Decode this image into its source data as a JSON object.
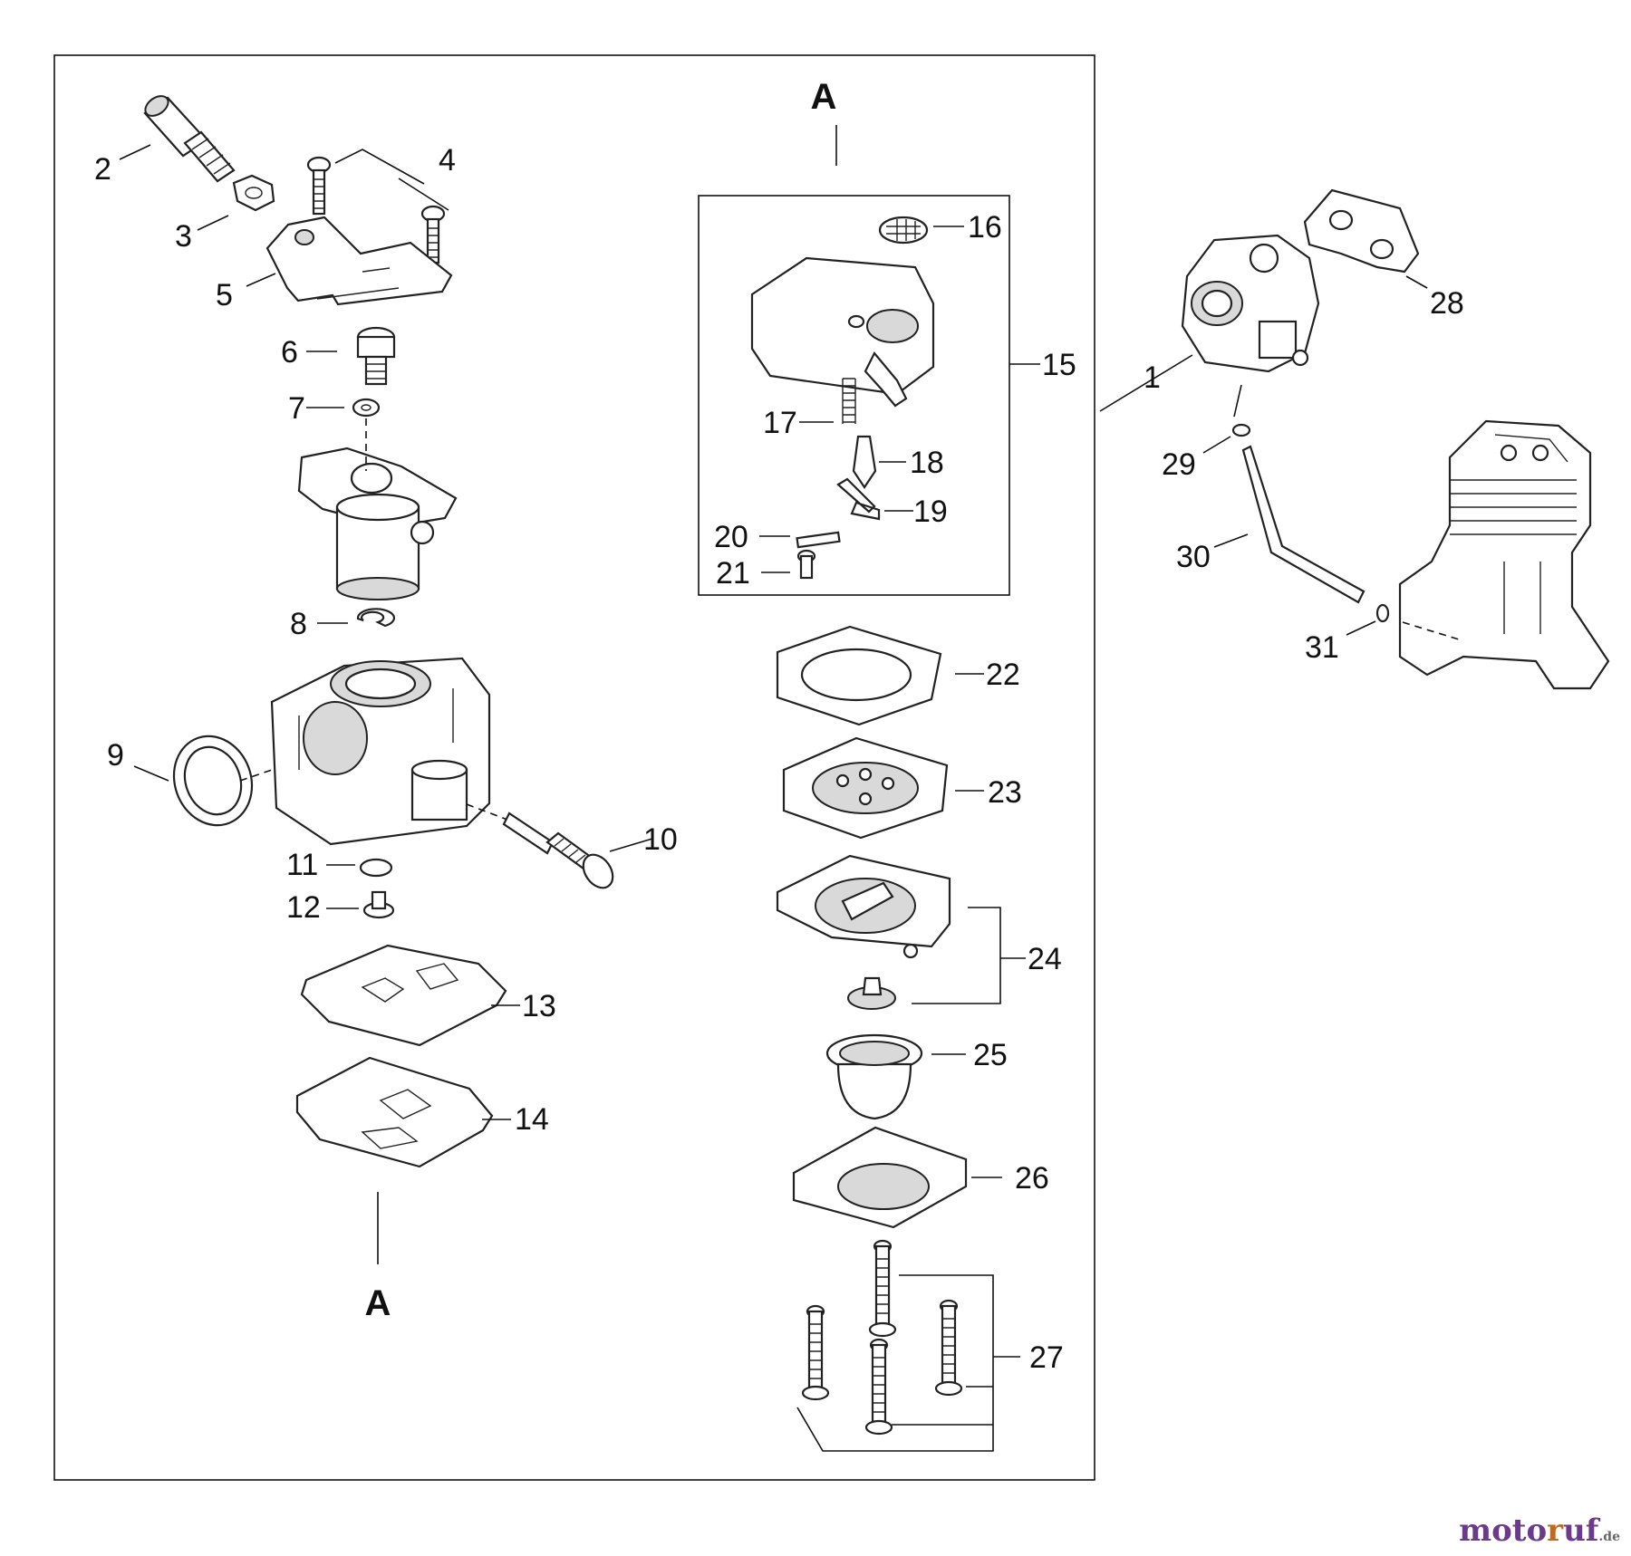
{
  "diagram": {
    "section_label_top": "A",
    "section_label_bottom": "A",
    "callouts": {
      "p1": "1",
      "p2": "2",
      "p3": "3",
      "p4": "4",
      "p5": "5",
      "p6": "6",
      "p7": "7",
      "p8": "8",
      "p9": "9",
      "p10": "10",
      "p11": "11",
      "p12": "12",
      "p13": "13",
      "p14": "14",
      "p15": "15",
      "p16": "16",
      "p17": "17",
      "p18": "18",
      "p19": "19",
      "p20": "20",
      "p21": "21",
      "p22": "22",
      "p23": "23",
      "p24": "24",
      "p25": "25",
      "p26": "26",
      "p27": "27",
      "p28": "28",
      "p29": "29",
      "p30": "30",
      "p31": "31"
    }
  },
  "watermark": {
    "part1": "moto",
    "part2": "r",
    "part3": "uf",
    "tld": ".de"
  }
}
